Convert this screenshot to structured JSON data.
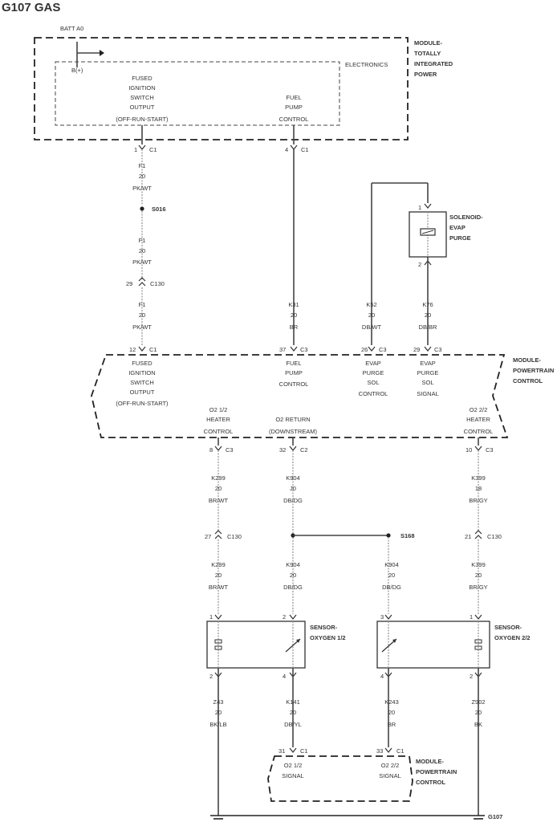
{
  "title": "G107   GAS",
  "batt": "BATT A0",
  "tipm": {
    "name": [
      "MODULE-",
      "TOTALLY",
      "INTEGRATED",
      "POWER"
    ],
    "electronics": "ELECTRONICS",
    "bplus": "B(+)",
    "fused_output": [
      "FUSED",
      "IGNITION",
      "SWITCH",
      "OUTPUT",
      "(OFF-RUN-START)"
    ],
    "fuel_pump": [
      "FUEL",
      "PUMP",
      "CONTROL"
    ]
  },
  "circuits": {
    "c1_pin1": "1",
    "c1_pin4": "4",
    "c1": "C1",
    "f1": "F1",
    "gauge20": "20",
    "gauge18": "18",
    "pkwt": "PK/WT",
    "s016": "S016",
    "c130": "C130",
    "c130_pin29": "29",
    "k31": "K31",
    "br": "BR",
    "k52": "K52",
    "dbwt": "DB/WT",
    "k76": "K76",
    "dbbr": "DB/BR",
    "pin1": "1",
    "pin2": "2",
    "pin3": "3",
    "pin4": "4",
    "pin12": "12",
    "pin37": "37",
    "pin26": "26",
    "pin29": "29",
    "c3": "C3",
    "c2": "C2",
    "pin8": "8",
    "pin32": "32",
    "pin10": "10",
    "k299": "K299",
    "brwt": "BR/WT",
    "k904": "K904",
    "k904_gauge_top": "J0",
    "dbdg": "DB/DG",
    "k399": "K399",
    "brgy": "BR/GY",
    "pin27": "27",
    "pin21": "21",
    "s168": "S168",
    "z43": "Z43",
    "bklb": "BK/LB",
    "k141": "K141",
    "dbyl": "DB/YL",
    "k243": "K243",
    "z902": "Z902",
    "bk": "BK",
    "pin31": "31",
    "pin33": "33",
    "g107": "G107"
  },
  "solenoid": [
    "SOLENOID-",
    "EVAP",
    "PURGE"
  ],
  "pcm_top": {
    "name": [
      "MODULE-",
      "POWERTRAIN",
      "CONTROL"
    ],
    "fused_input": [
      "FUSED",
      "IGNITION",
      "SWITCH",
      "OUTPUT",
      "(OFF-RUN-START)"
    ],
    "fuel_pump": [
      "FUEL",
      "PUMP",
      "CONTROL"
    ],
    "evap_ctrl": [
      "EVAP",
      "PURGE",
      "SOL",
      "CONTROL"
    ],
    "evap_sig": [
      "EVAP",
      "PURGE",
      "SOL",
      "SIGNAL"
    ],
    "o2_12": [
      "O2 1/2",
      "HEATER",
      "CONTROL"
    ],
    "o2_return": [
      "O2 RETURN",
      "(DOWNSTREAM)"
    ],
    "o2_22": [
      "O2 2/2",
      "HEATER",
      "CONTROL"
    ]
  },
  "sensor12": [
    "SENSOR-",
    "OXYGEN 1/2"
  ],
  "sensor22": [
    "SENSOR-",
    "OXYGEN 2/2"
  ],
  "pcm_bottom": {
    "name": [
      "MODULE-",
      "POWERTRAIN",
      "CONTROL"
    ],
    "sig12": [
      "O2 1/2",
      "SIGNAL"
    ],
    "sig22": [
      "O2 2/2",
      "SIGNAL"
    ]
  }
}
